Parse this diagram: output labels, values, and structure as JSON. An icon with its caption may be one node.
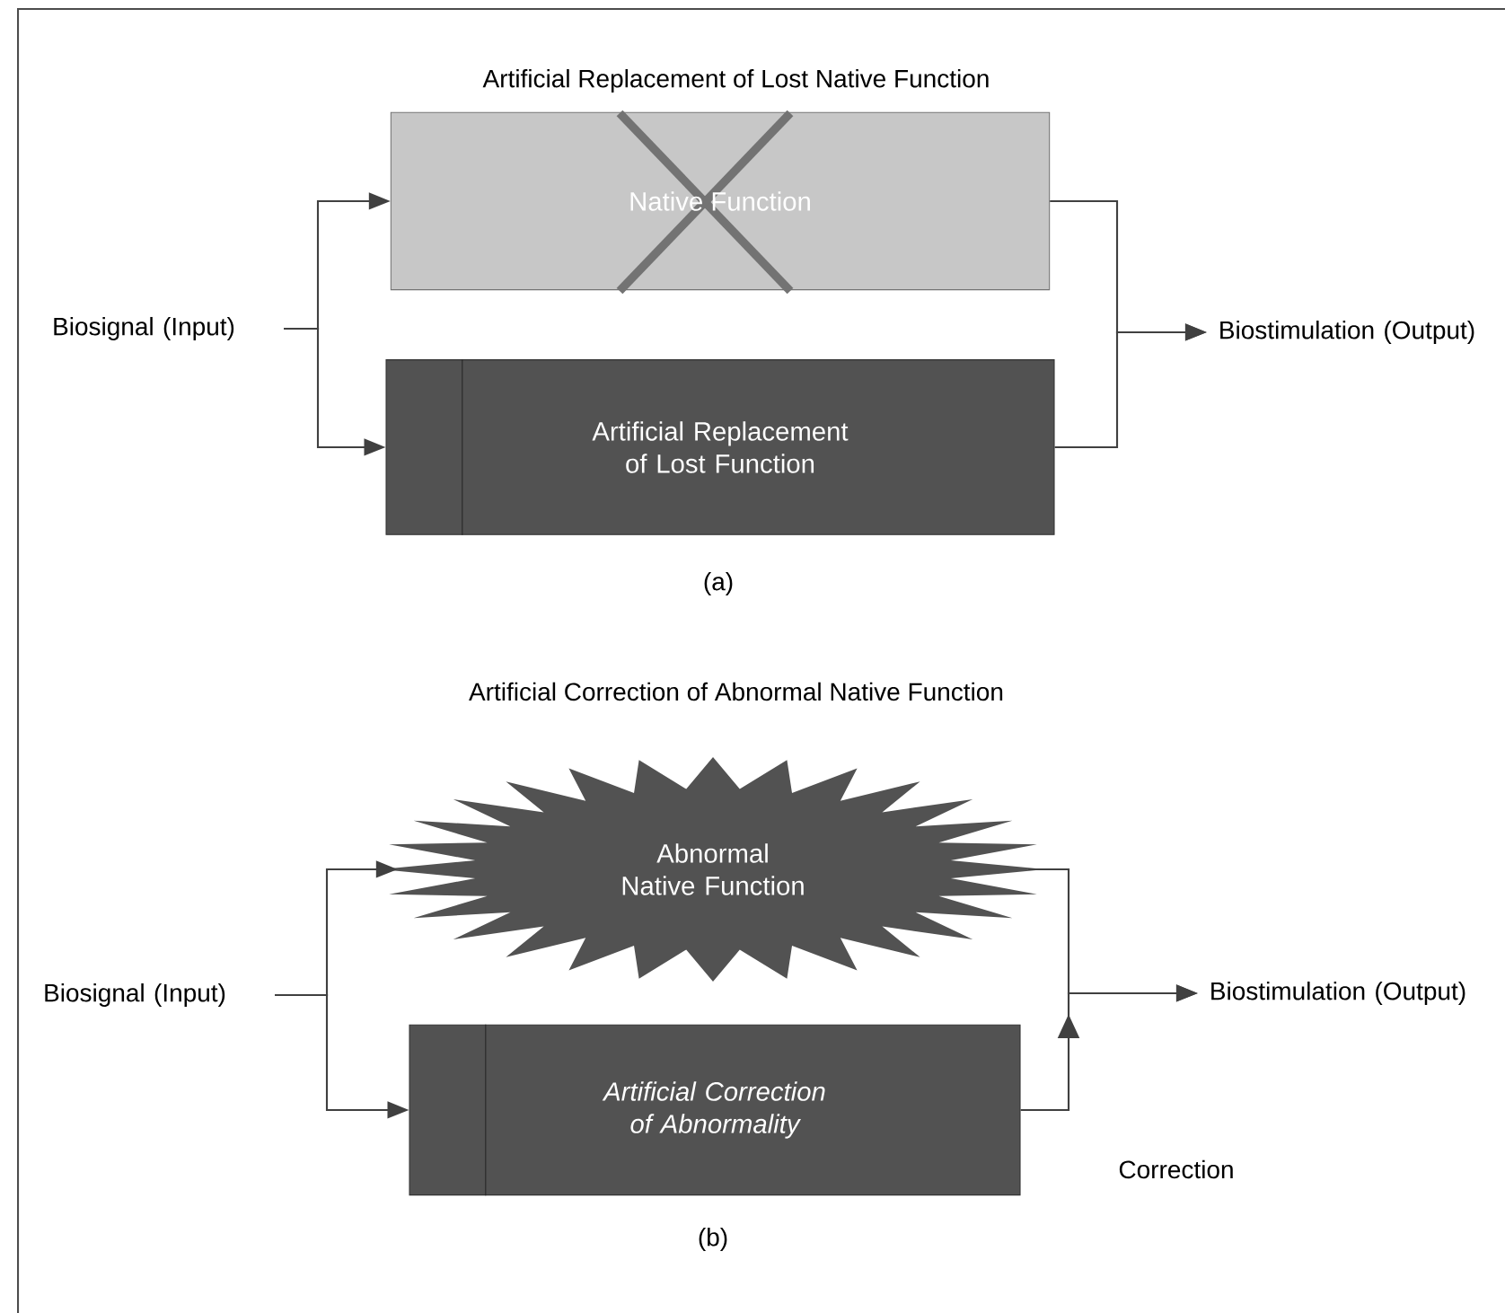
{
  "diagram": {
    "nodes": [
      {
        "text": [
          "Biosignal (Input)"
        ]
      },
      {
        "text": [
          "Native Function"
        ]
      },
      {
        "text": [
          "Artificial Replacement of Lost Function"
        ]
      },
      {
        "text": [
          "Biostimulation (Output)"
        ]
      },
      {
        "text": [
          "Biosignal (Input)"
        ]
      },
      {
        "text": [
          "Abnormal Native Function"
        ]
      },
      {
        "text": [
          "Artificial Correction of Abnormality"
        ]
      },
      {
        "text": [
          "Biostimulation (Output)"
        ]
      }
    ],
    "edges": [
      {
        "from": 0,
        "to": 1,
        "arrow": "to"
      },
      {
        "from": 0,
        "to": 2,
        "arrow": "to"
      },
      {
        "from": 1,
        "to": 3,
        "arrow": "to"
      },
      {
        "from": 2,
        "to": 3,
        "arrow": "to"
      },
      {
        "from": 4,
        "to": 5,
        "arrow": "to"
      },
      {
        "from": 4,
        "to": 6,
        "arrow": "to"
      },
      {
        "from": 5,
        "to": 7,
        "arrow": "to"
      },
      {
        "from": 6,
        "to": 7,
        "arrow": "to",
        "label": "Correction"
      }
    ],
    "labels": [
      "Artificial Replacement of Lost Native Function",
      "(a)",
      "Artificial Correction of Abnormal Native Function",
      "(b)"
    ]
  }
}
